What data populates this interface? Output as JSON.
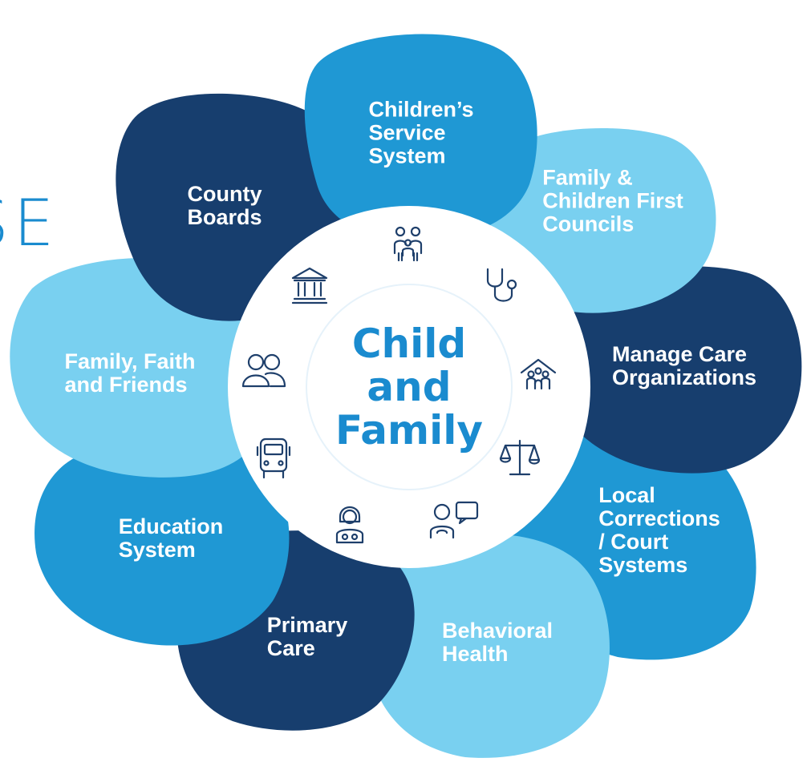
{
  "background_word": "SE",
  "center": {
    "title": "Child\nand\nFamily"
  },
  "colors": {
    "dark_navy": "#173e6e",
    "medium_blue": "#1f98d4",
    "light_blue": "#79d0f0",
    "center_text": "#1a8bcf",
    "icon_stroke": "#1e3f6b"
  },
  "petals": [
    {
      "id": "childrens-service-system",
      "label": "Children’s\nService\nSystem",
      "tone": "medium"
    },
    {
      "id": "family-children-first-councils",
      "label": "Family &\nChildren First\nCouncils",
      "tone": "light"
    },
    {
      "id": "manage-care-organizations",
      "label": "Manage Care\nOrganizations",
      "tone": "dark"
    },
    {
      "id": "local-corrections-court-systems",
      "label": "Local\nCorrections\n/ Court\nSystems",
      "tone": "medium"
    },
    {
      "id": "behavioral-health",
      "label": "Behavioral\nHealth",
      "tone": "light"
    },
    {
      "id": "primary-care",
      "label": "Primary\nCare",
      "tone": "dark"
    },
    {
      "id": "education-system",
      "label": "Education\nSystem",
      "tone": "medium"
    },
    {
      "id": "family-faith-friends",
      "label": "Family, Faith\nand Friends",
      "tone": "light"
    },
    {
      "id": "county-boards",
      "label": "County\nBoards",
      "tone": "dark"
    }
  ],
  "icons": [
    "family-icon",
    "stethoscope-icon",
    "family-home-icon",
    "scales-of-justice-icon",
    "counselor-chat-icon",
    "doctor-icon",
    "school-bus-icon",
    "people-icon",
    "courthouse-icon"
  ]
}
